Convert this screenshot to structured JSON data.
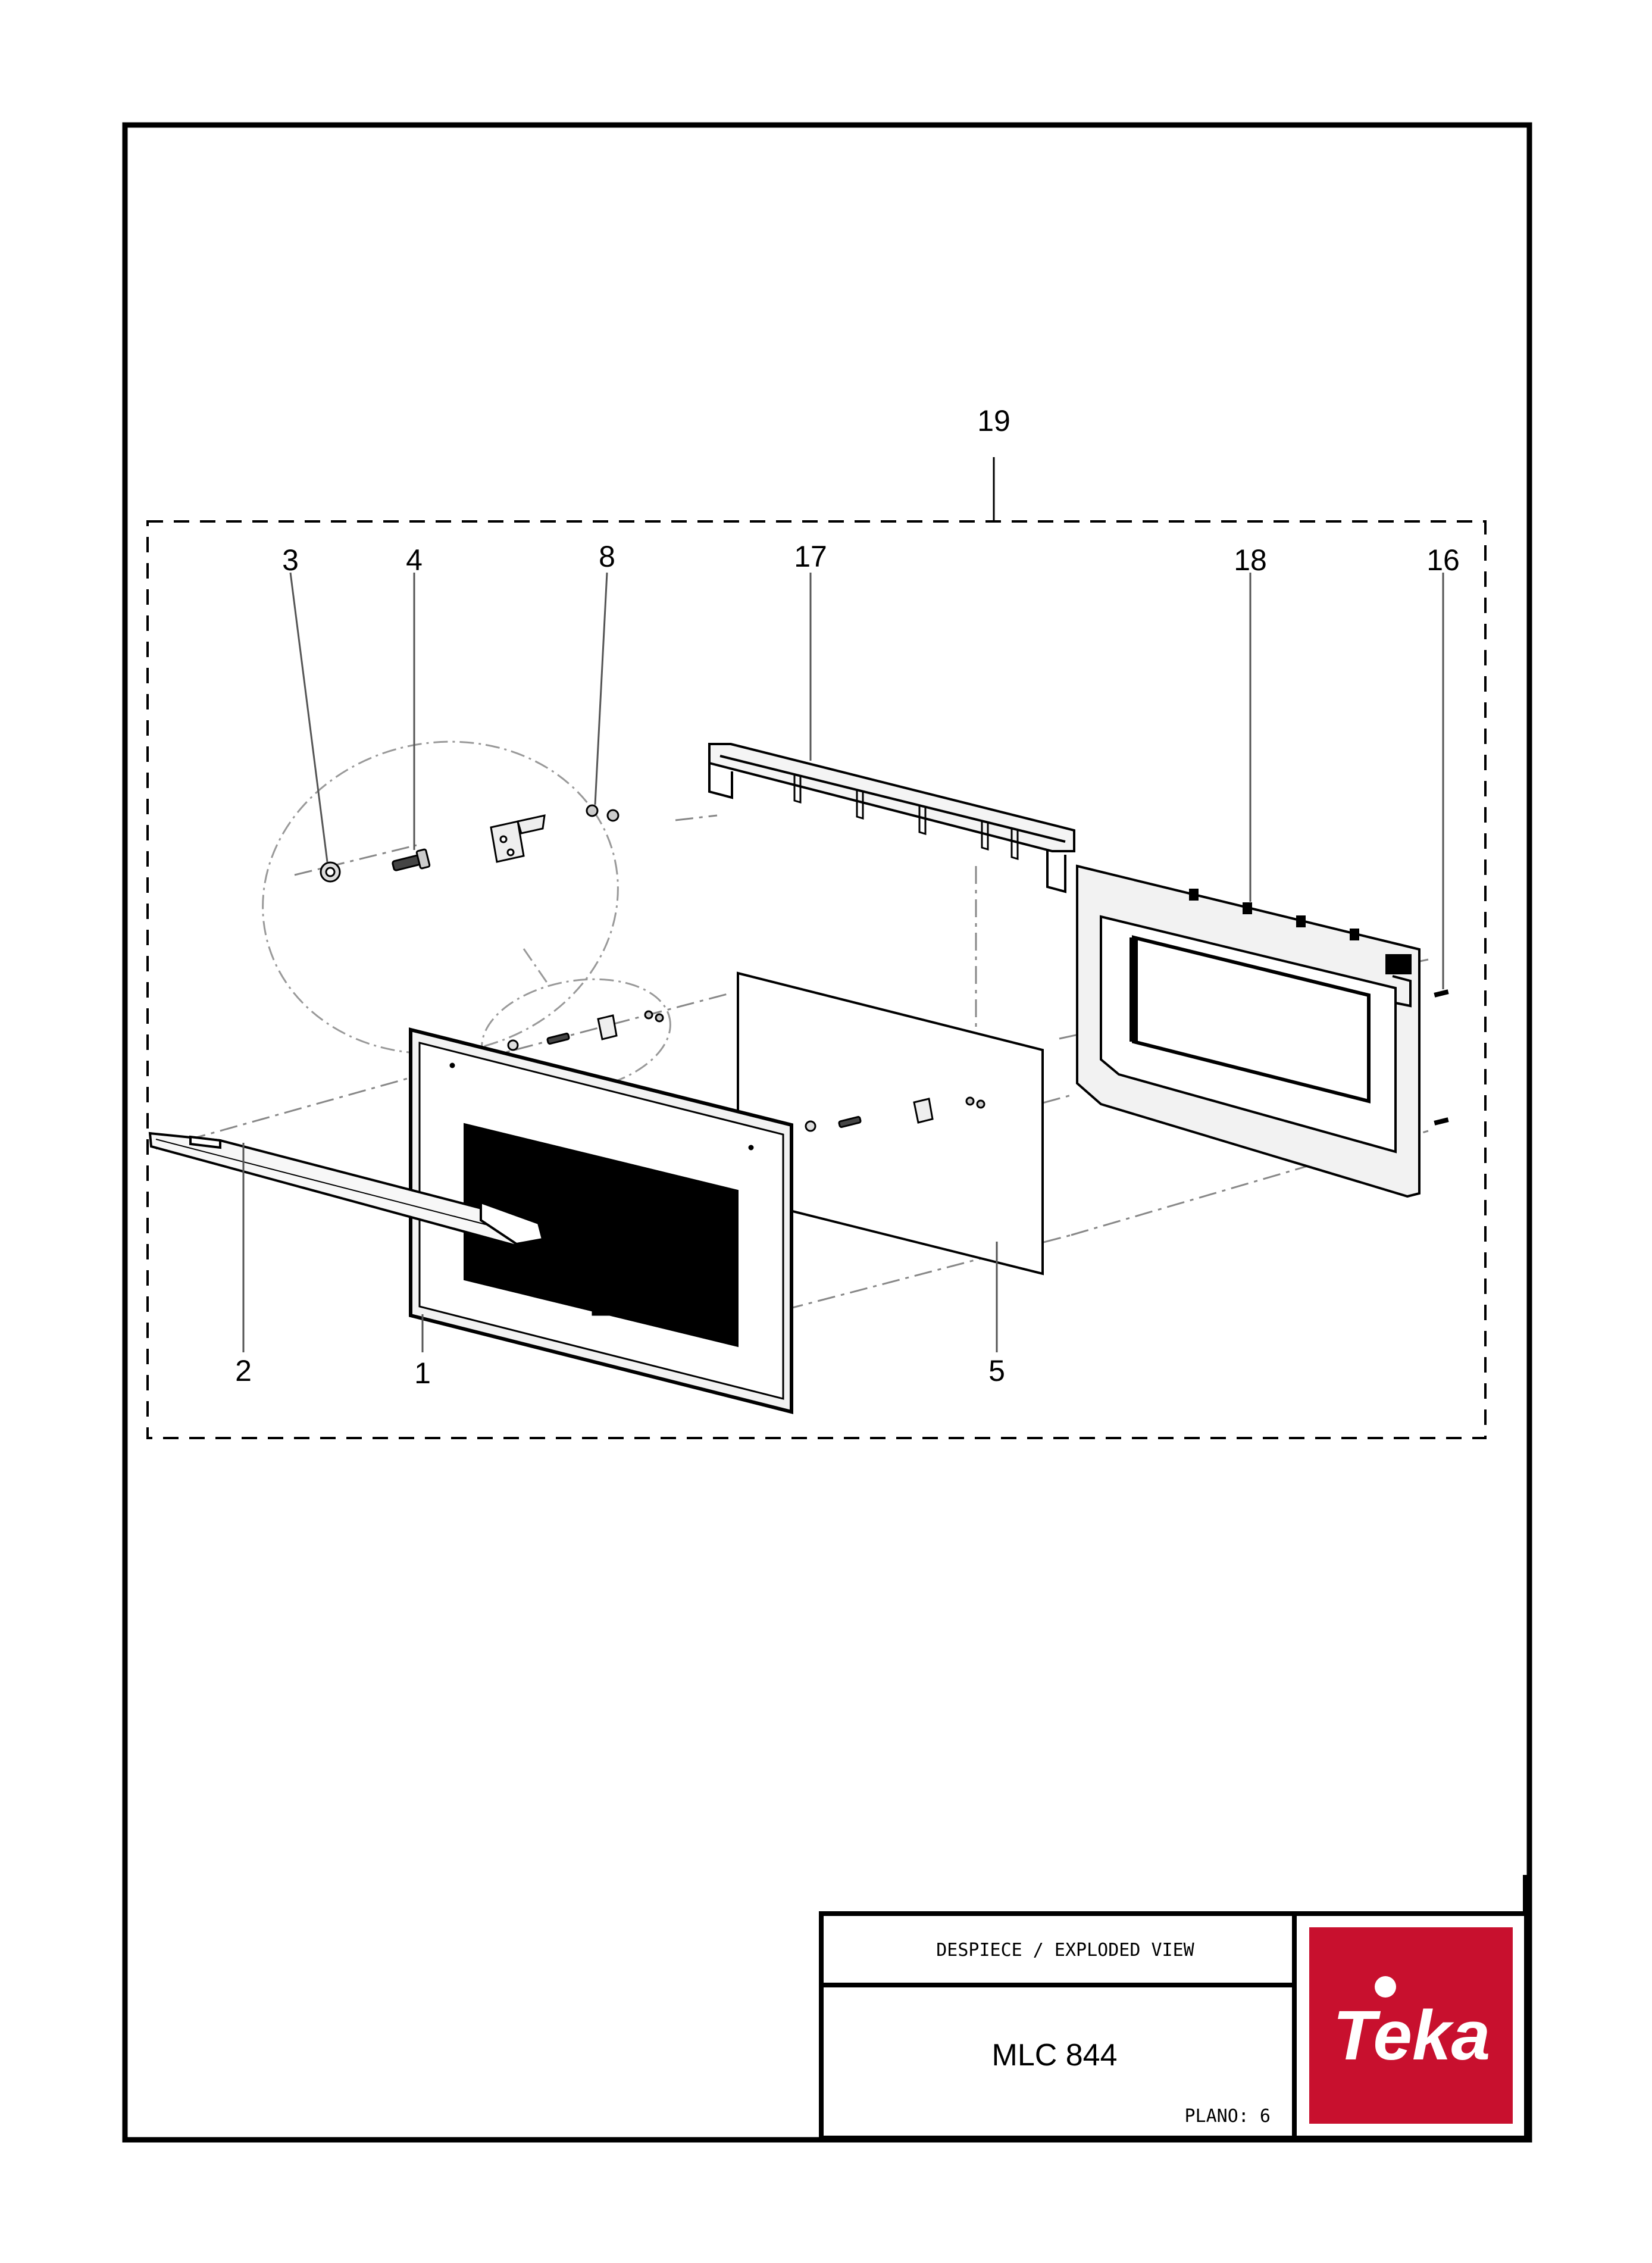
{
  "callouts": {
    "c19": "19",
    "c3": "3",
    "c4": "4",
    "c8": "8",
    "c17": "17",
    "c18": "18",
    "c16": "16",
    "c2": "2",
    "c1": "1",
    "c5": "5"
  },
  "title_block": {
    "heading": "DESPIECE / EXPLODED VIEW",
    "model": "MLC 844",
    "sheet": "PLANO: 6"
  },
  "brand": {
    "name": "Teka",
    "color": "#c8102e"
  }
}
